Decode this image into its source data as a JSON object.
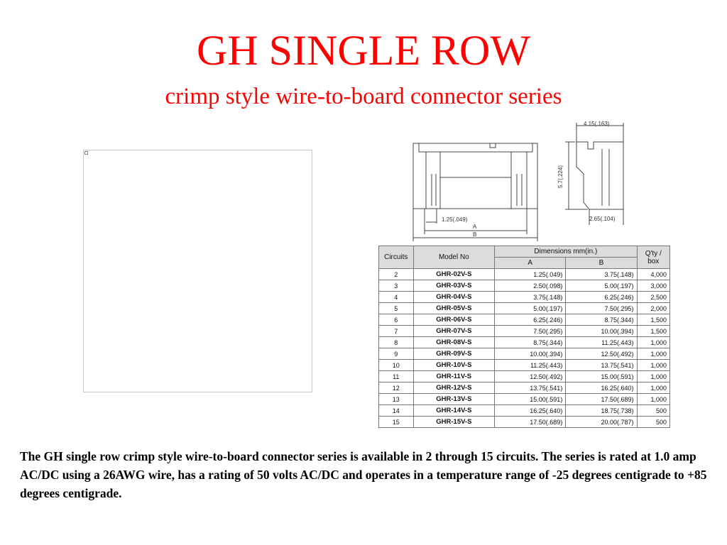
{
  "title": "GH SINGLE ROW",
  "subtitle": "crimp style wire-to-board connector series",
  "drawing": {
    "dim_width": "4.15(.163)",
    "dim_height": "5.7(.224)",
    "dim_base": "2.65(.104)",
    "dim_pitch": "1.25(.049)",
    "dim_a": "A",
    "dim_b": "B"
  },
  "table": {
    "headers": {
      "circuits": "Circuits",
      "model": "Model No",
      "dimensions": "Dimensions mm(in.)",
      "a": "A",
      "b": "B",
      "qty": "Q'ty / box"
    },
    "rows": [
      {
        "circuits": "2",
        "model": "GHR-02V-S",
        "a": "1.25(.049)",
        "b": "3.75(.148)",
        "qty": "4,000"
      },
      {
        "circuits": "3",
        "model": "GHR-03V-S",
        "a": "2.50(.098)",
        "b": "5.00(.197)",
        "qty": "3,000"
      },
      {
        "circuits": "4",
        "model": "GHR-04V-S",
        "a": "3.75(.148)",
        "b": "6.25(.246)",
        "qty": "2,500"
      },
      {
        "circuits": "5",
        "model": "GHR-05V-S",
        "a": "5.00(.197)",
        "b": "7.50(.295)",
        "qty": "2,000"
      },
      {
        "circuits": "6",
        "model": "GHR-06V-S",
        "a": "6.25(.246)",
        "b": "8.75(.344)",
        "qty": "1,500"
      },
      {
        "circuits": "7",
        "model": "GHR-07V-S",
        "a": "7.50(.295)",
        "b": "10.00(.394)",
        "qty": "1,500"
      },
      {
        "circuits": "8",
        "model": "GHR-08V-S",
        "a": "8.75(.344)",
        "b": "11.25(.443)",
        "qty": "1,000"
      },
      {
        "circuits": "9",
        "model": "GHR-09V-S",
        "a": "10.00(.394)",
        "b": "12.50(.492)",
        "qty": "1,000"
      },
      {
        "circuits": "10",
        "model": "GHR-10V-S",
        "a": "11.25(.443)",
        "b": "13.75(.541)",
        "qty": "1,000"
      },
      {
        "circuits": "11",
        "model": "GHR-11V-S",
        "a": "12.50(.492)",
        "b": "15.00(.591)",
        "qty": "1,000"
      },
      {
        "circuits": "12",
        "model": "GHR-12V-S",
        "a": "13.75(.541)",
        "b": "16.25(.640)",
        "qty": "1,000"
      },
      {
        "circuits": "13",
        "model": "GHR-13V-S",
        "a": "15.00(.591)",
        "b": "17.50(.689)",
        "qty": "1,000"
      },
      {
        "circuits": "14",
        "model": "GHR-14V-S",
        "a": "16.25(.640)",
        "b": "18.75(.738)",
        "qty": "500"
      },
      {
        "circuits": "15",
        "model": "GHR-15V-S",
        "a": "17.50(.689)",
        "b": "20.00(.787)",
        "qty": "500"
      }
    ]
  },
  "description": "The GH single row crimp style wire-to-board connector series is available in 2 through 15 circuits. The series is rated at 1.0 amp AC/DC using a 26AWG wire, has a rating of 50 volts AC/DC and operates in a temperature range of -25 degrees centigrade to +85 degrees centigrade.",
  "colors": {
    "title": "#ff0000",
    "header_bg": "#dcdcdc",
    "border": "#777777"
  }
}
